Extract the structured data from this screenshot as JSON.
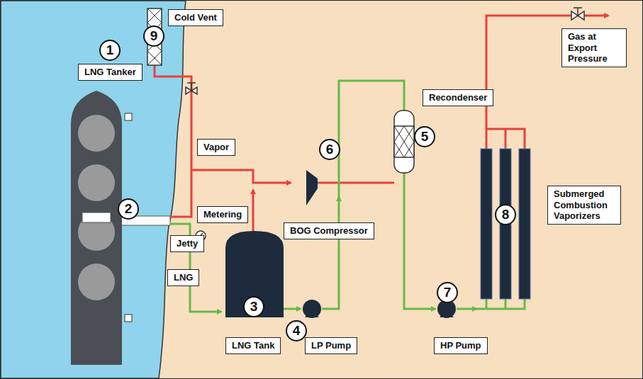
{
  "diagram": {
    "nodes": [
      {
        "text": [
          "Cold Vent"
        ]
      },
      {
        "text": [
          "Gas at Export Pressure"
        ]
      },
      {
        "text": [
          "LNG Tanker"
        ]
      },
      {
        "text": [
          "Vapor"
        ]
      },
      {
        "text": [
          "Recondenser"
        ]
      },
      {
        "text": [
          "Metering"
        ]
      },
      {
        "text": [
          "Submerged Combustion Vaporizers"
        ]
      },
      {
        "text": [
          "BOG Compressor"
        ]
      },
      {
        "text": [
          "Jetty"
        ]
      },
      {
        "text": [
          "LNG"
        ]
      },
      {
        "text": [
          "LNG Tank"
        ]
      },
      {
        "text": [
          "LP Pump"
        ]
      },
      {
        "text": [
          "HP Pump"
        ]
      }
    ],
    "labels": [
      "9",
      "1",
      "6",
      "5",
      "2",
      "8",
      "3",
      "4",
      "7"
    ]
  }
}
